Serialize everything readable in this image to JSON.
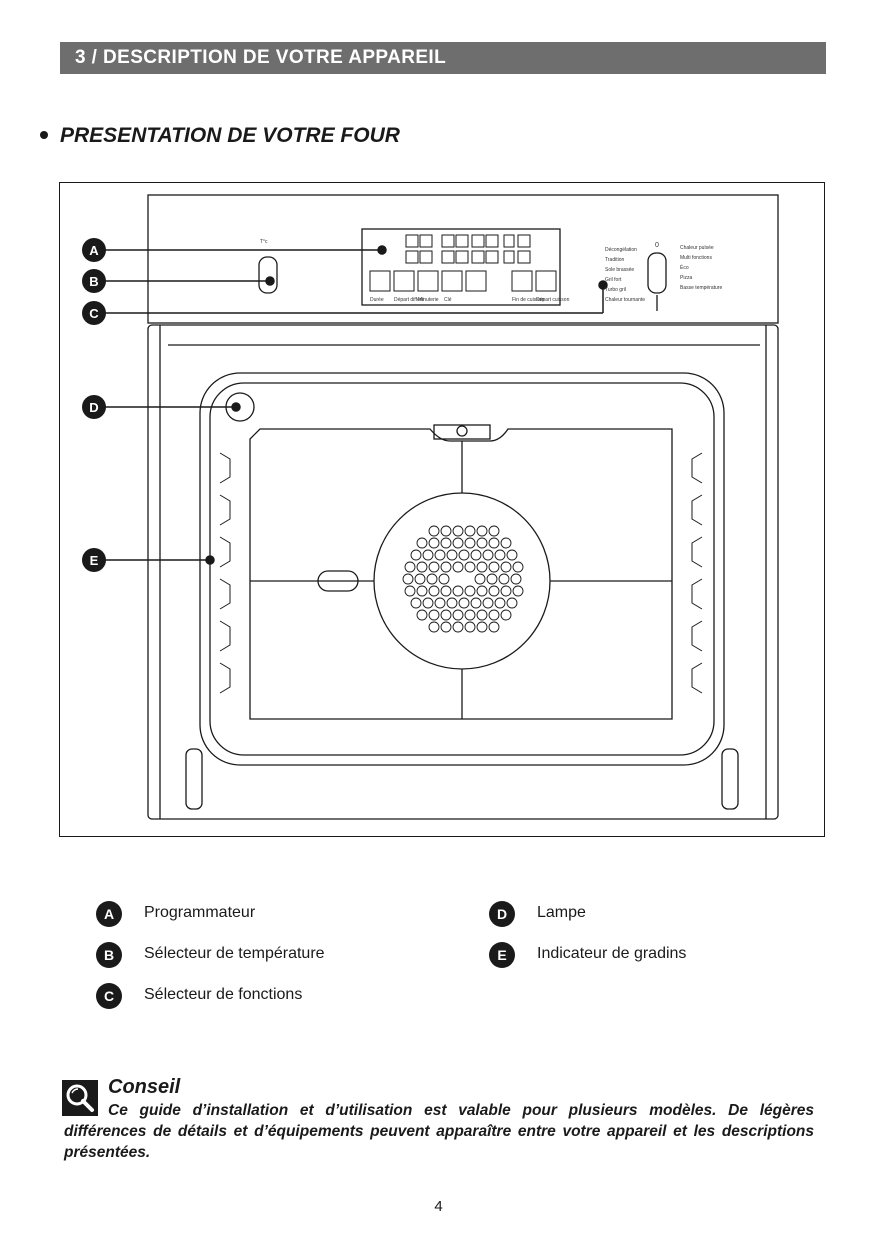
{
  "header": {
    "section_title": "3 / DESCRIPTION DE VOTRE APPAREIL"
  },
  "subtitle": "PRESENTATION DE VOTRE FOUR",
  "figure": {
    "callouts": [
      "A",
      "B",
      "C",
      "D",
      "E"
    ],
    "panel_labels": {
      "temp_unit": "T°c",
      "buttons": [
        "Durée",
        "Départ différé",
        "Minuterie",
        "Clé",
        "Fin de cuisson",
        "Départ cuisson"
      ],
      "function_left": [
        "Décongélation",
        "Tradition",
        "Sole brassée",
        "Gril fort",
        "Turbo gril",
        "Chaleur tournante"
      ],
      "function_right": [
        "Chaleur pulsée",
        "Multi fonctions",
        "Éco",
        "Pizza",
        "Basse température"
      ],
      "dial_zero": "0"
    }
  },
  "legend": {
    "items": [
      {
        "letter": "A",
        "label": "Programmateur"
      },
      {
        "letter": "B",
        "label": "Sélecteur de température"
      },
      {
        "letter": "C",
        "label": "Sélecteur de fonctions"
      },
      {
        "letter": "D",
        "label": "Lampe"
      },
      {
        "letter": "E",
        "label": "Indicateur de gradins"
      }
    ]
  },
  "tip": {
    "title": "Conseil",
    "body": "Ce guide d’installation et d’utilisation est valable pour plusieurs modèles. De légères différences de détails et d’équipements peuvent apparaître entre votre appareil et les descriptions présentées."
  },
  "page_number": "4"
}
